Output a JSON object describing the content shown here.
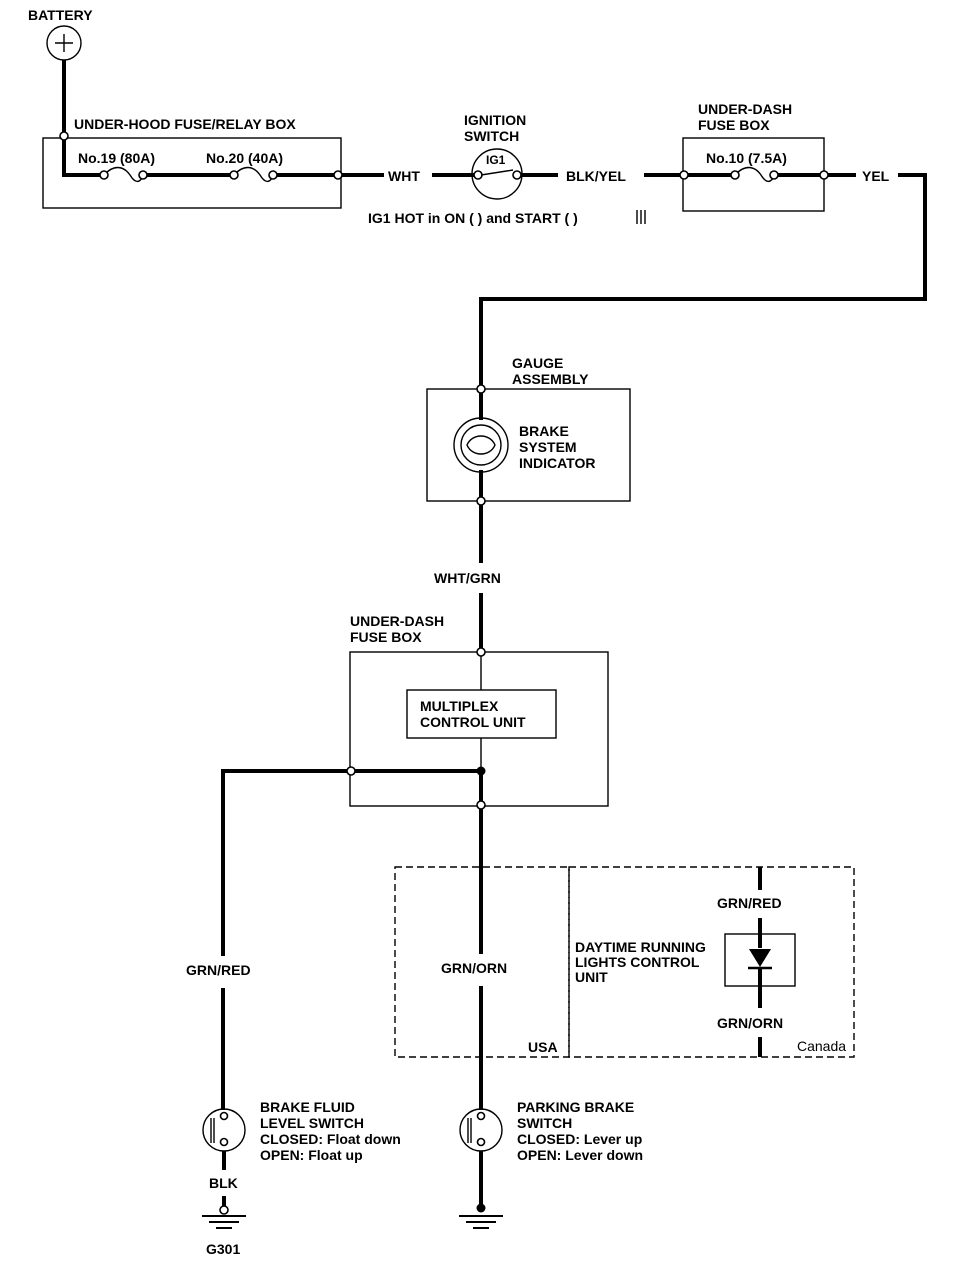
{
  "labels": {
    "battery": "BATTERY",
    "underhood_box": "UNDER-HOOD FUSE/RELAY BOX",
    "fuse19": "No.19 (80A)",
    "fuse20": "No.20 (40A)",
    "wht": "WHT",
    "ignition_line1": "IGNITION",
    "ignition_line2": "SWITCH",
    "ig1": "IG1",
    "ig1_hot": "IG1 HOT in ON ( ) and START ( )",
    "blk_yel": "BLK/YEL",
    "underdash_top_line1": "UNDER-DASH",
    "underdash_top_line2": "FUSE BOX",
    "fuse10": "No.10 (7.5A)",
    "yel": "YEL",
    "gauge_line1": "GAUGE",
    "gauge_line2": "ASSEMBLY",
    "indicator_line1": "BRAKE",
    "indicator_line2": "SYSTEM",
    "indicator_line3": "INDICATOR",
    "wht_grn": "WHT/GRN",
    "underdash_mid_line1": "UNDER-DASH",
    "underdash_mid_line2": "FUSE BOX",
    "mcu_line1": "MULTIPLEX",
    "mcu_line2": "CONTROL UNIT",
    "grn_red_left": "GRN/RED",
    "grn_orn_center": "GRN/ORN",
    "grn_red_right": "GRN/RED",
    "drl_line1": "DAYTIME RUNNING",
    "drl_line2": "LIGHTS CONTROL",
    "drl_line3": "UNIT",
    "grn_orn_right": "GRN/ORN",
    "usa": "USA",
    "canada": "Canada",
    "bfl_line1": "BRAKE FLUID",
    "bfl_line2": "LEVEL SWITCH",
    "bfl_line3": "CLOSED: Float down",
    "bfl_line4": "OPEN: Float up",
    "blk": "BLK",
    "g301": "G301",
    "pb_line1": "PARKING BRAKE",
    "pb_line2": "SWITCH",
    "pb_line3": "CLOSED: Lever up",
    "pb_line4": "OPEN: Lever down"
  }
}
